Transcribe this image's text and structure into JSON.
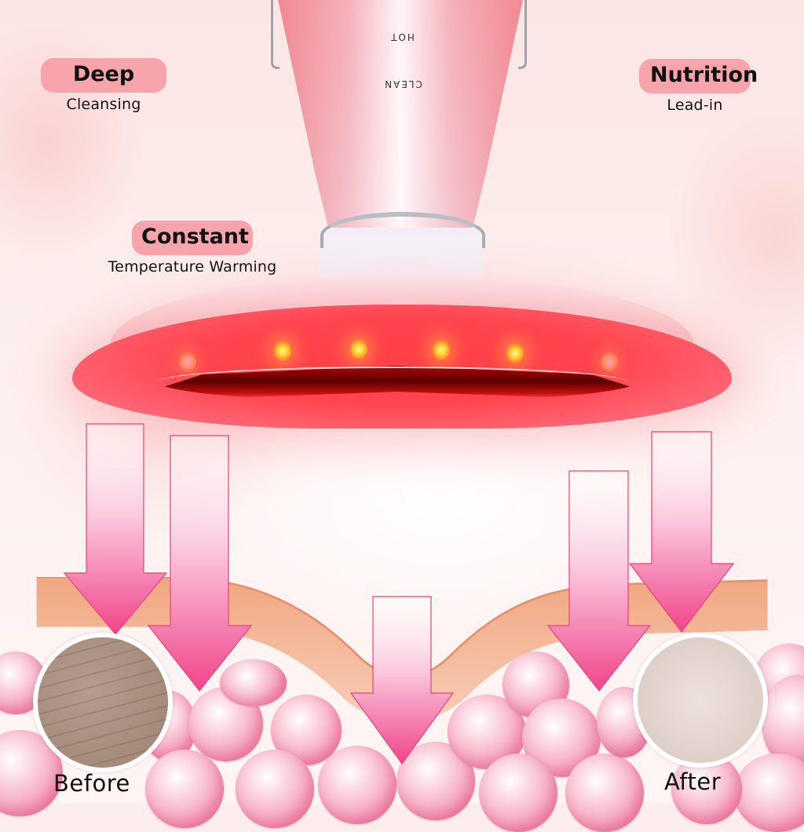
{
  "features": [
    {
      "title": "Deep",
      "subtitle": "Cleansing"
    },
    {
      "title": "Nutrition",
      "subtitle": "Lead-in"
    },
    {
      "title": "Constant",
      "subtitle": "Temperature Warming"
    }
  ],
  "device": {
    "mode_labels": [
      "HOT",
      "CLEAN"
    ],
    "led_count": 6,
    "led_color": "#ffd230",
    "head_color": "#ff4550",
    "handle_color": "#f6a0a8"
  },
  "comparison": {
    "before_label": "Before",
    "after_label": "After"
  },
  "colors": {
    "pill_bg": "#f7a4ad",
    "arrow": "#f0488a",
    "skin": "#f3b08d",
    "cell": "#f29ab7",
    "background": "#fdeeed"
  }
}
